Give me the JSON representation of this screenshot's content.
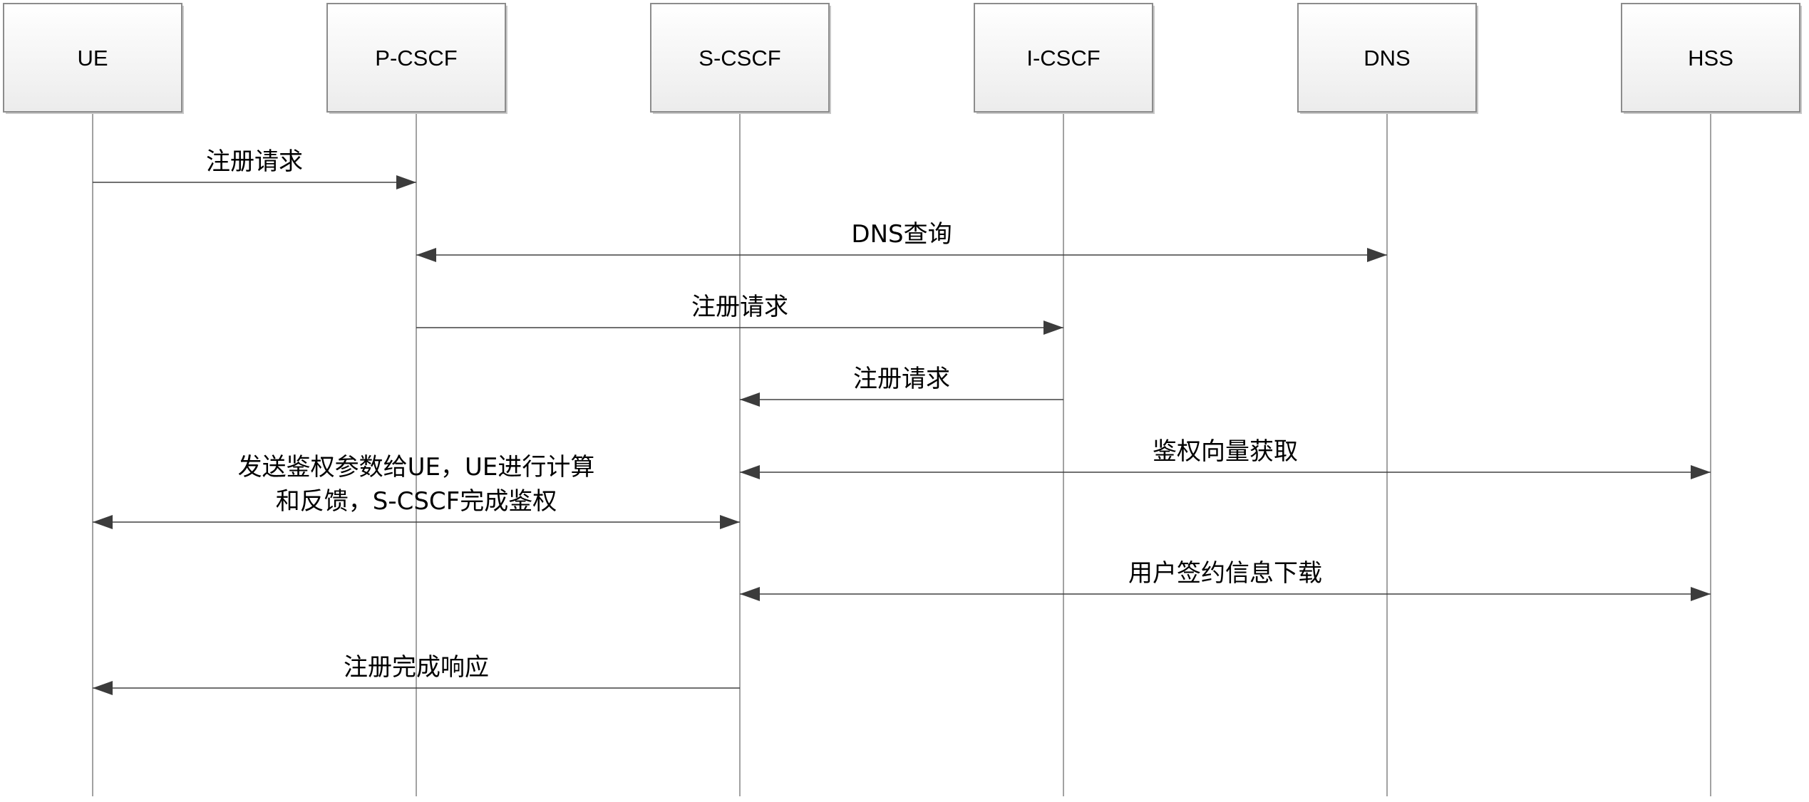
{
  "participants": [
    {
      "id": "ue",
      "label": "UE"
    },
    {
      "id": "pcscf",
      "label": "P-CSCF"
    },
    {
      "id": "scscf",
      "label": "S-CSCF"
    },
    {
      "id": "icscf",
      "label": "I-CSCF"
    },
    {
      "id": "dns",
      "label": "DNS"
    },
    {
      "id": "hss",
      "label": "HSS"
    }
  ],
  "messages": [
    {
      "from": "ue",
      "to": "pcscf",
      "direction": "forward",
      "lines": [
        "注册请求"
      ]
    },
    {
      "from": "pcscf",
      "to": "dns",
      "direction": "both",
      "lines": [
        "DNS查询"
      ]
    },
    {
      "from": "pcscf",
      "to": "icscf",
      "direction": "forward",
      "lines": [
        "注册请求"
      ]
    },
    {
      "from": "icscf",
      "to": "scscf",
      "direction": "forward",
      "lines": [
        "注册请求"
      ]
    },
    {
      "from": "scscf",
      "to": "hss",
      "direction": "both",
      "lines": [
        "鉴权向量获取"
      ]
    },
    {
      "from": "ue",
      "to": "scscf",
      "direction": "both",
      "lines": [
        "发送鉴权参数给UE，UE进行计算",
        "和反馈，S-CSCF完成鉴权"
      ]
    },
    {
      "from": "scscf",
      "to": "hss",
      "direction": "both",
      "lines": [
        "用户签约信息下载"
      ]
    },
    {
      "from": "scscf",
      "to": "ue",
      "direction": "forward",
      "lines": [
        "注册完成响应"
      ]
    }
  ],
  "colors": {
    "box_top": "#ffffff",
    "box_bottom": "#eeeeee",
    "box_border": "#8c8c8c",
    "lifeline": "#8a8a8a",
    "arrow": "#3c3c3c"
  }
}
